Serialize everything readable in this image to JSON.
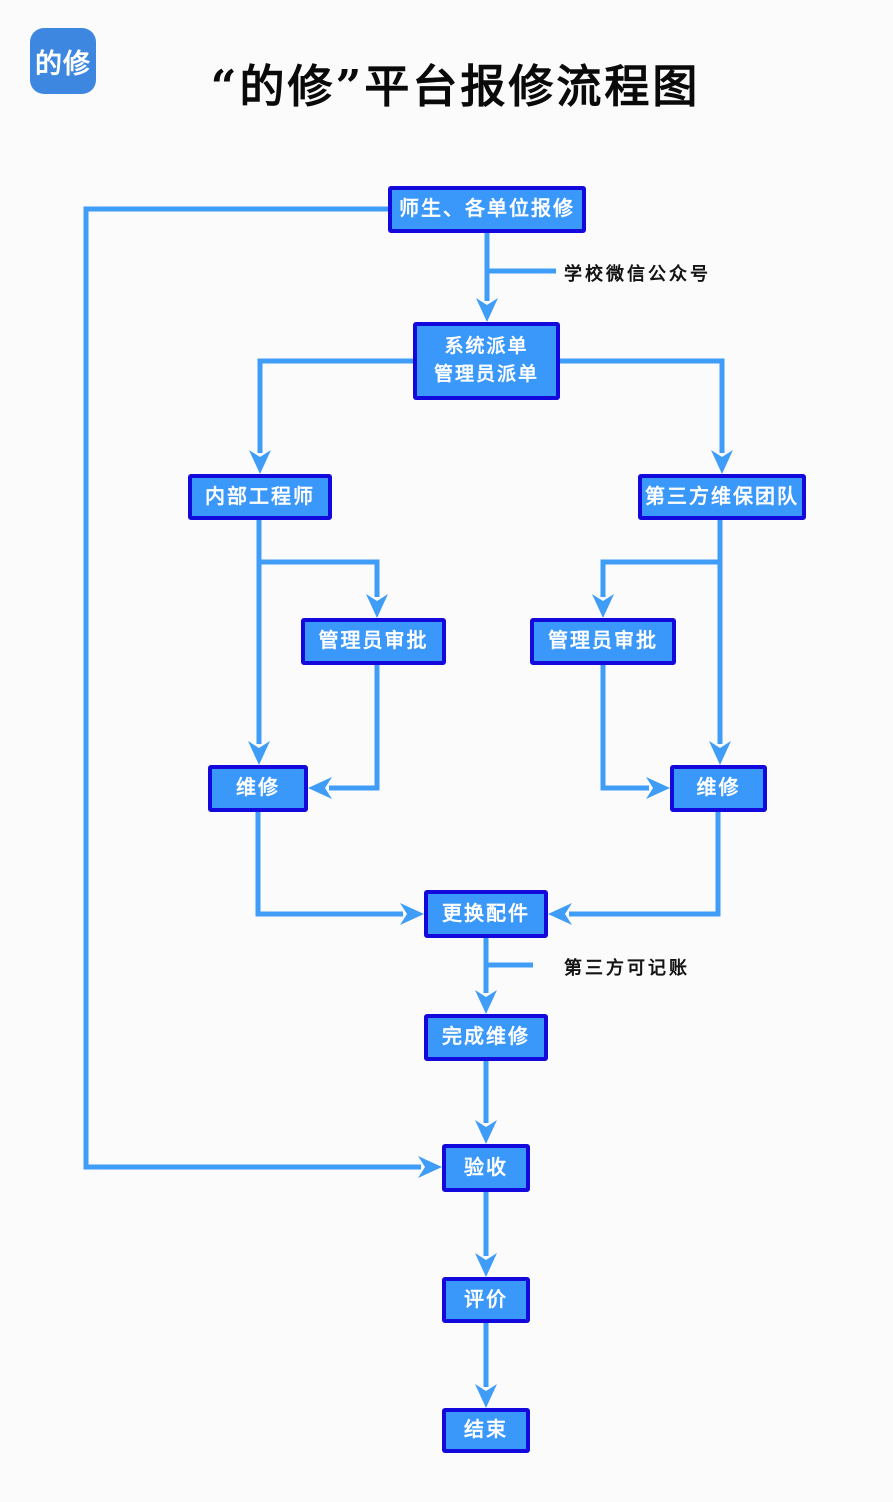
{
  "page": {
    "title": "“的修”平台报修流程图",
    "logo_text": "的修"
  },
  "nodes": {
    "report": {
      "label": "师生、各单位报修"
    },
    "dispatch": {
      "line1": "系统派单",
      "line2": "管理员派单"
    },
    "internal_engineer": {
      "label": "内部工程师"
    },
    "third_party_team": {
      "label": "第三方维保团队"
    },
    "admin_approval_left": {
      "label": "管理员审批"
    },
    "admin_approval_right": {
      "label": "管理员审批"
    },
    "repair_left": {
      "label": "维修"
    },
    "repair_right": {
      "label": "维修"
    },
    "replace_parts": {
      "label": "更换配件"
    },
    "complete_repair": {
      "label": "完成维修"
    },
    "acceptance": {
      "label": "验收"
    },
    "evaluation": {
      "label": "评价"
    },
    "end": {
      "label": "结束"
    }
  },
  "annotations": {
    "wechat_channel": "学校微信公众号",
    "third_party_billing": "第三方可记账"
  },
  "colors": {
    "box_fill": "#3b98fb",
    "box_border": "#1409dd",
    "line": "#3f9df8",
    "box_text": "#ffffff",
    "logo_bg": "#3d87e1",
    "title_text": "#0a0a0a",
    "background": "#fbfbfc"
  }
}
